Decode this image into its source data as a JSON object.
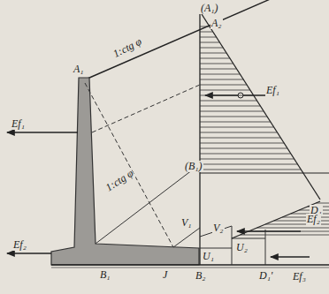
{
  "diagram": {
    "labels": [
      "(A₁)",
      "A₂",
      "A₁",
      "1:ctg φ",
      "Ef₁",
      "Ef₁",
      "1:ctg φ",
      "(B₁)",
      "D₁",
      "V₁",
      "V₂",
      "Ef₂",
      "U₁",
      "U₂",
      "Ef₂",
      "B₁",
      "J",
      "B₂",
      "D₁'",
      "Ef₃"
    ]
  }
}
